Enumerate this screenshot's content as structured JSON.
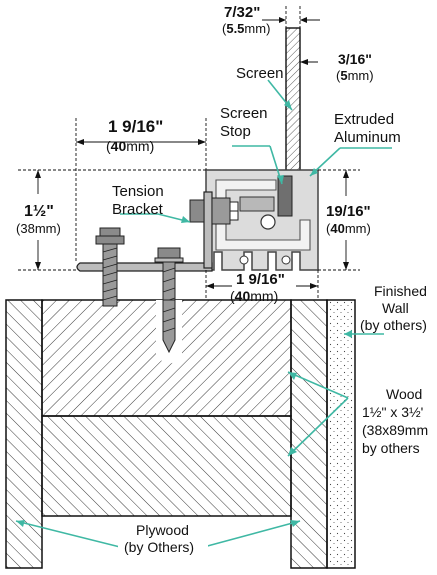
{
  "dimensions": {
    "top_gap_fraction": "7/32\"",
    "top_gap_mm": "5.5",
    "screen_width_fraction": "3/16\"",
    "screen_width_mm": "5",
    "bracket_reach_fraction": "1 9/16\"",
    "bracket_reach_mm": "40",
    "left_height_fraction": "1½\"",
    "left_height_mm": "38",
    "extrusion_height_fraction": "19/16\"",
    "extrusion_height_mm": "40",
    "extrusion_width_fraction": "1 9/16\"",
    "extrusion_width_mm": "40",
    "mm_unit": "mm",
    "paren_open": "(",
    "paren_close": ")"
  },
  "labels": {
    "screen": "Screen",
    "screen_stop_1": "Screen",
    "screen_stop_2": "Stop",
    "extruded_1": "Extruded",
    "extruded_2": "Aluminum",
    "tension_1": "Tension",
    "tension_2": "Bracket",
    "finished_1": "Finished",
    "finished_2": "Wall",
    "finished_3": "(by others)",
    "wood_1": "Wood",
    "wood_2": "1½\" x 3½'",
    "wood_3": "(38x89mm",
    "wood_4": "by others",
    "plywood_1": "Plywood",
    "plywood_2": "(by Others)"
  },
  "colors": {
    "leader": "#3fb8a4",
    "line": "#111111",
    "aluminum": "#dcdcdc",
    "aluminum_edge": "#555555",
    "hardware": "#8a8a8a",
    "hatch": "#222222"
  }
}
